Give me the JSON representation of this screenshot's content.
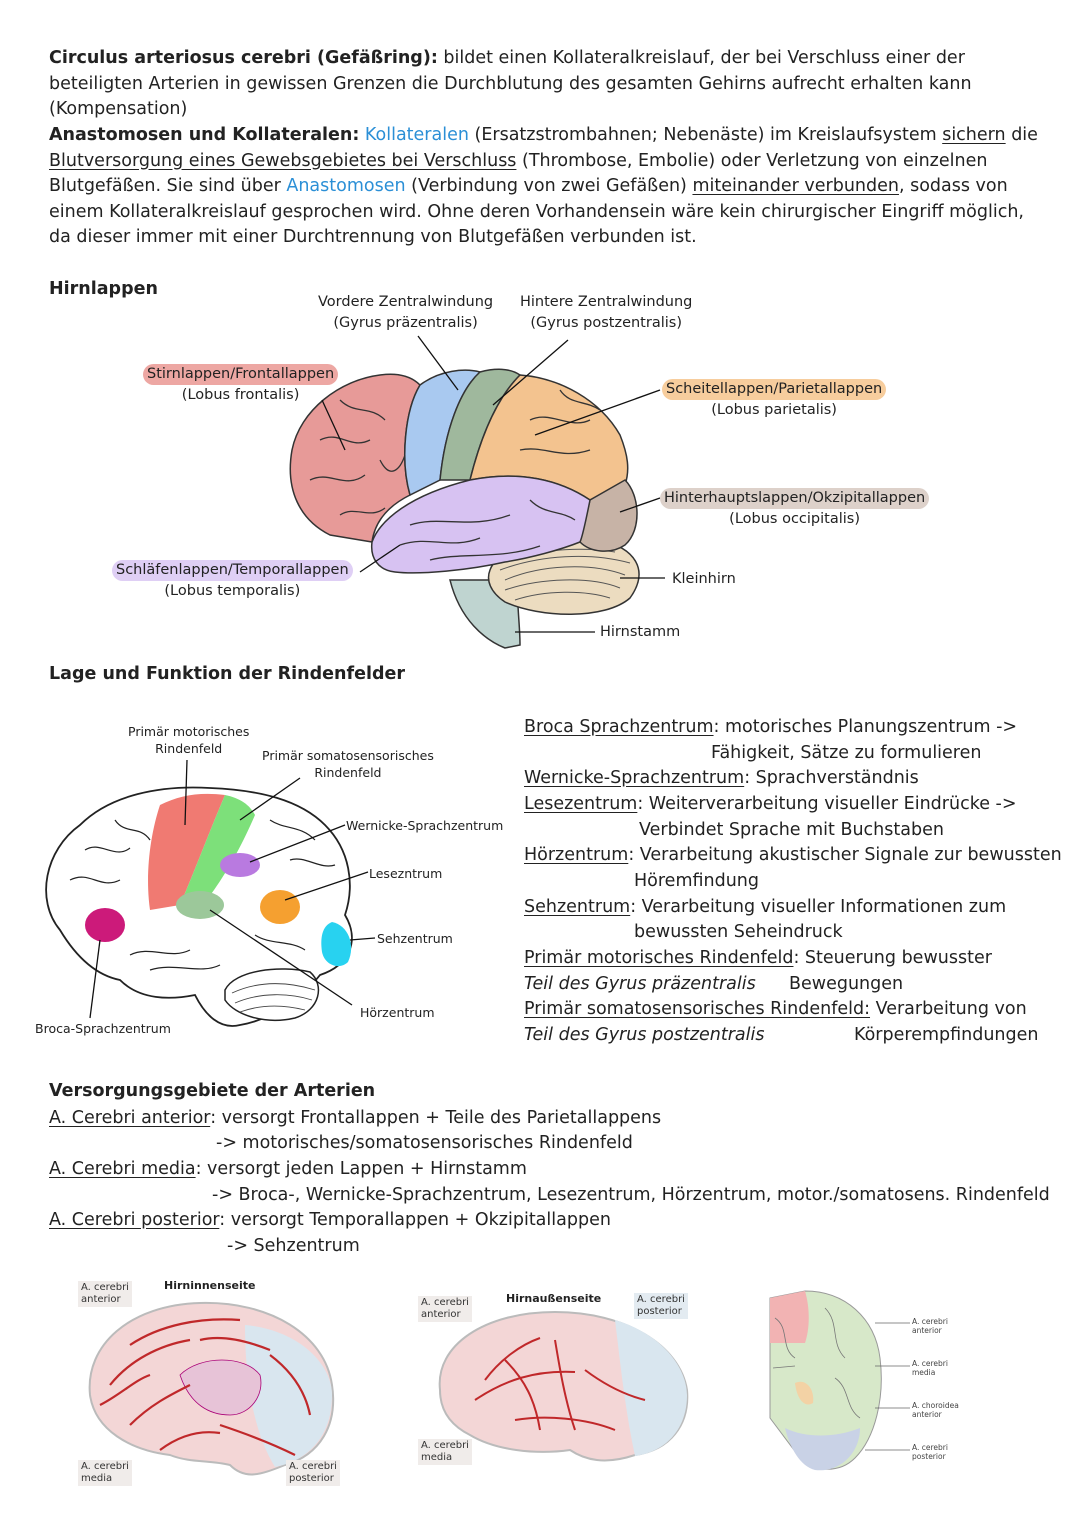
{
  "p1": {
    "heading": "Circulus arteriosus cerebri (Gefäßring):",
    "text": " bildet einen Kollateralkreislauf, der bei Verschluss einer der beteiligten Arterien in gewissen Grenzen die Durchblutung des gesamten Gehirns aufrecht erhalten kann (Kompensation)"
  },
  "p2": {
    "heading": "Anastomosen und Kollateralen:",
    "t1": "Kollateralen",
    "t2": " (Ersatzstrombahnen; Nebenäste) im Kreislaufsystem ",
    "t3": "sichern",
    "t4": " die ",
    "t5": "Blutversorgung eines Gewebsgebietes bei Verschluss",
    "t6": " (Thrombose, Embolie) oder Verletzung von einzelnen Blutgefäßen. Sie sind über ",
    "t7": "Anastomosen",
    "t8": " (Verbindung von zwei Gefäßen) ",
    "t9": "miteinander verbunden",
    "t10": ", sodass von einem Kollateralkreislauf gesprochen wird. Ohne deren Vorhandensein wäre kein chirurgischer Eingriff möglich, da dieser immer mit einer Durchtrennung von Blutgefäßen verbunden ist."
  },
  "lobes": {
    "title": "Hirnlappen",
    "precentral": [
      "Vordere Zentralwindung",
      "(Gyrus präzentralis)"
    ],
    "postcentral": [
      "Hintere Zentralwindung",
      "(Gyrus postzentralis)"
    ],
    "frontal": [
      "Stirnlappen/Frontallappen",
      "(Lobus frontalis)"
    ],
    "parietal": [
      "Scheitellappen/Parietallappen",
      "(Lobus parietalis)"
    ],
    "occipital": [
      "Hinterhauptslappen/Okzipitallappen",
      "(Lobus occipitalis)"
    ],
    "temporal": [
      "Schläfenlappen/Temporallappen",
      "(Lobus temporalis)"
    ],
    "cerebellum": "Kleinhirn",
    "brainstem": "Hirnstamm",
    "colors": {
      "frontal": "#e79a98",
      "precentral": "#a9c9f0",
      "postcentral": "#9fb89d",
      "parietal": "#f3c38f",
      "occipital": "#c7b3a6",
      "temporal": "#d7c2f2",
      "cerebellum": "#ecdcc0",
      "brainstem": "#bfd4d0"
    }
  },
  "cortex": {
    "title": "Lage und Funktion der Rindenfelder",
    "motor": [
      "Primär motorisches",
      "Rindenfeld"
    ],
    "somato": [
      "Primär somatosensorisches",
      "Rindenfeld"
    ],
    "wernicke": "Wernicke-Sprachzentrum",
    "reading": "Lesezntrum",
    "visual": "Sehzentrum",
    "hearing": "Hörzentrum",
    "broca": "Broca-Sprachzentrum",
    "colors": {
      "motor": "#f07a72",
      "somato": "#7de07a",
      "wernicke": "#b97ae0",
      "reading": "#f5a030",
      "visual": "#28d2f0",
      "hearing": "#9cc89a",
      "broca": "#cc1a7a"
    }
  },
  "functions": {
    "broca_k": "Broca Sprachzentrum",
    "broca_v": ": motorisches Planungszentrum ->",
    "broca_v2": "Fähigkeit, Sätze zu formulieren",
    "wernicke_k": "Wernicke-Sprachzentrum",
    "wernicke_v": ": Sprachverständnis",
    "lese_k": "Lesezentrum",
    "lese_v": ": Weiterverarbeitung visueller Eindrücke ->",
    "lese_v2": "Verbindet Sprache mit Buchstaben",
    "hoer_k": "Hörzentrum",
    "hoer_v": ": Verarbeitung akustischer Signale zur bewussten",
    "hoer_v2": "Höremfindung",
    "seh_k": "Sehzentrum",
    "seh_v": ": Verarbeitung visueller Informationen zum",
    "seh_v2": "bewussten Seheindruck",
    "pm_k": "Primär motorisches Rindenfeld",
    "pm_v": ": Steuerung bewusster",
    "pm_i": "Teil des Gyrus präzentralis",
    "pm_v2": "Bewegungen",
    "ps_k": "Primär somatosensorisches Rindenfeld:",
    "ps_v": " Verarbeitung von",
    "ps_i": "Teil des Gyrus postzentralis",
    "ps_v2": "Körperempfindungen"
  },
  "arteries": {
    "title": "Versorgungsgebiete der Arterien",
    "ant_k": "A. Cerebri anterior",
    "ant_v": ": versorgt Frontallappen + Teile des Parietallappens",
    "ant_v2": "-> motorisches/somatosensorisches Rindenfeld",
    "med_k": "A. Cerebri media",
    "med_v": ": versorgt jeden Lappen + Hirnstamm",
    "med_v2": "-> Broca-, Wernicke-Sprachzentrum, Lesezentrum, Hörzentrum, motor./somatosens. Rindenfeld",
    "post_k": "A. Cerebri posterior",
    "post_v": ": versorgt Temporallappen + Okzipitallappen",
    "post_v2": "-> Sehzentrum"
  },
  "figs": {
    "inner": {
      "title": "Hirninnenseite",
      "ant": [
        "A. cerebri",
        "anterior"
      ],
      "med": [
        "A. cerebri",
        "media"
      ],
      "post": [
        "A. cerebri",
        "posterior"
      ]
    },
    "outer": {
      "title": "Hirnaußenseite",
      "ant": [
        "A. cerebri",
        "anterior"
      ],
      "med": [
        "A. cerebri",
        "media"
      ],
      "post": [
        "A. cerebri",
        "posterior"
      ]
    },
    "coronal": {
      "ant": [
        "A. cerebri",
        "anterior"
      ],
      "med": [
        "A. cerebri",
        "media"
      ],
      "chor": [
        "A. choroidea",
        "anterior"
      ],
      "post": [
        "A. cerebri",
        "posterior"
      ]
    }
  }
}
